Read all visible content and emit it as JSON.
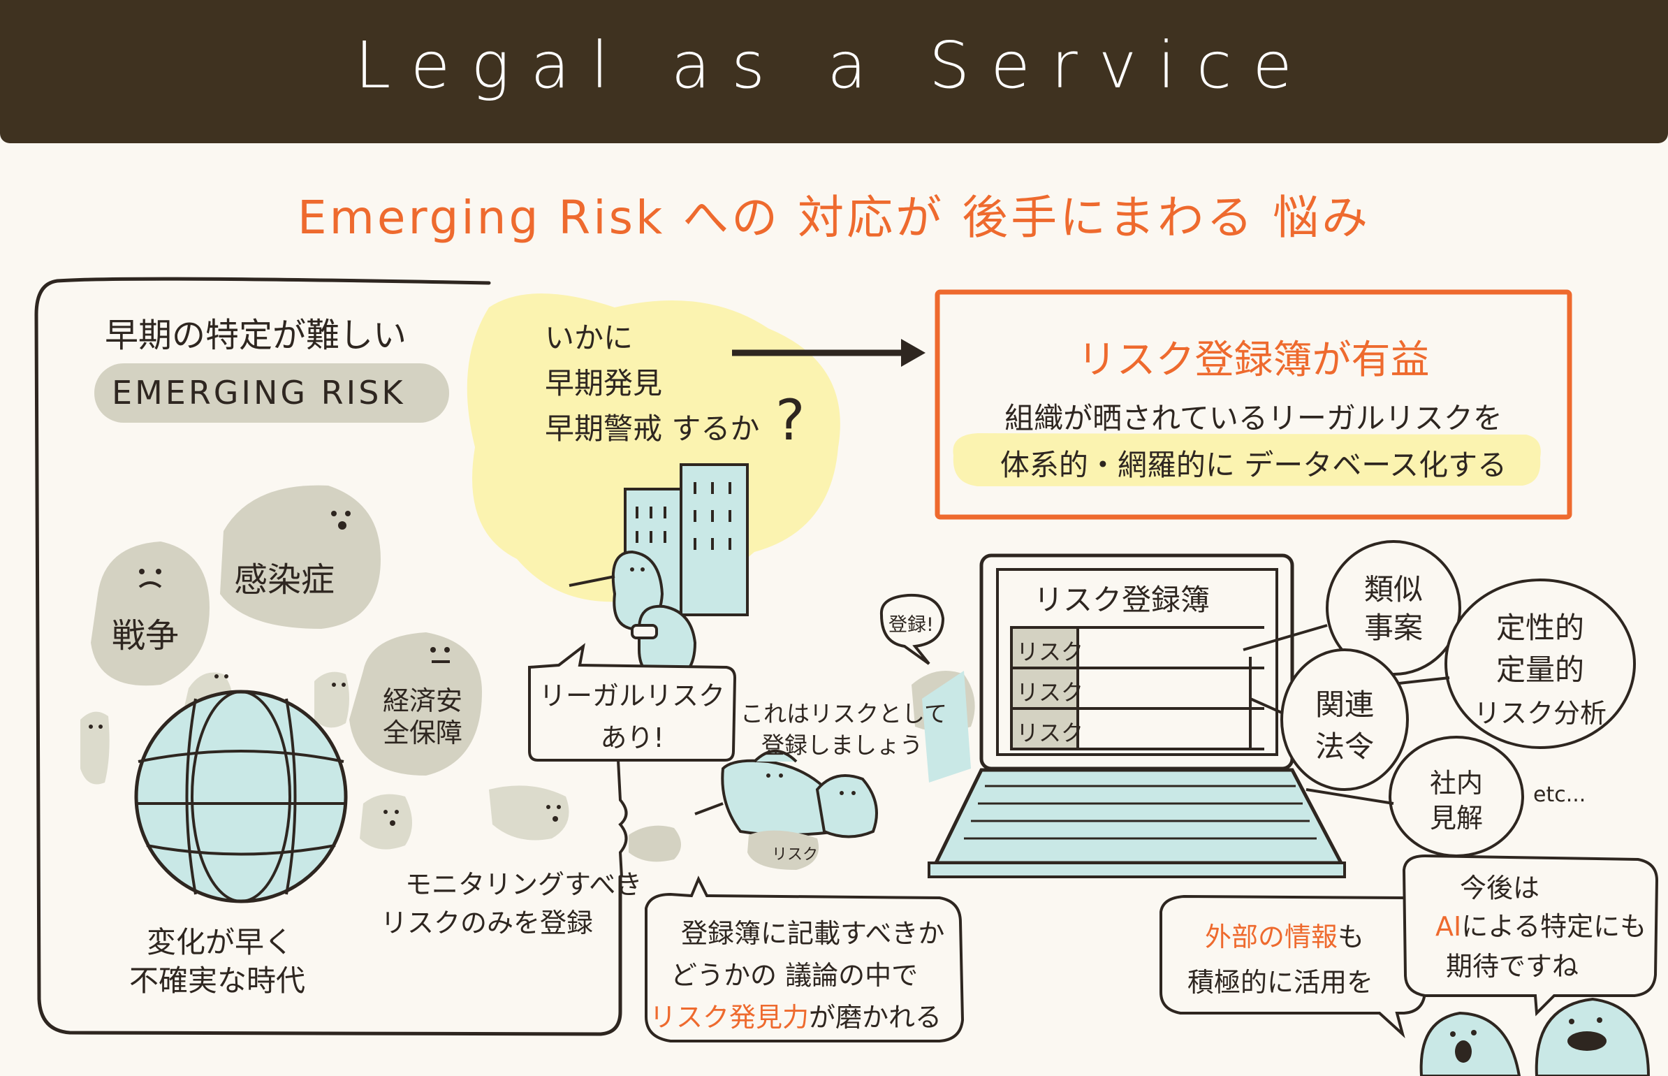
{
  "header": {
    "title": "Legal as a Service"
  },
  "subtitle": "Emerging Risk への 対応が 後手にまわる 悩み",
  "left_panel": {
    "heading": "早期の特定が難しい",
    "tag": "EMERGING RISK",
    "risks": [
      "感染症",
      "戦争",
      "経済安全保障"
    ],
    "caption_line1": "変化が早く",
    "caption_line2": "不確実な時代"
  },
  "question": {
    "line1": "いかに",
    "line2": "早期発見",
    "line3": "早期警戒 するか",
    "mark": "?"
  },
  "result_box": {
    "title": "リスク登録簿が有益",
    "line1": "組織が晒されているリーガルリスクを",
    "line2": "体系的・網羅的に データベース化する"
  },
  "center_notes": {
    "speech_legal_risk_line1": "リーガルリスク",
    "speech_legal_risk_line2": "あり!",
    "register_note_line1": "これはリスクとして",
    "register_note_line2": "登録しましょう",
    "risk_tag": "リスク",
    "monitor_line1": "モニタリングすべき",
    "monitor_line2": "リスクのみを登録",
    "discussion_line1": "登録簿に記載すべきか",
    "discussion_line2": "どうかの 議論の中で",
    "discussion_line3_orange": "リスク発見力",
    "discussion_line3_rest": "が磨かれる"
  },
  "laptop": {
    "screen_title": "リスク登録簿",
    "rows": [
      "リスク",
      "リスク",
      "リスク"
    ],
    "touroku_bubble": "登録!"
  },
  "bubbles": {
    "similar": [
      "類似",
      "事案"
    ],
    "qualitative": [
      "定性的",
      "定量的",
      "リスク分析"
    ],
    "laws": [
      "関連",
      "法令"
    ],
    "opinion": [
      "社内",
      "見解"
    ],
    "etc": "etc..."
  },
  "bottom_right": {
    "ext_orange": "外部の情報",
    "ext_rest": "も",
    "ext_line2": "積極的に活用を",
    "ai_line1": "今後は",
    "ai_orange": "AI",
    "ai_rest": "による特定にも",
    "ai_line3": "期待ですね"
  },
  "colors": {
    "banner": "#3f3220",
    "accent_orange": "#ee6a2e",
    "ink": "#2e2620",
    "pale_yellow": "#fbf3b0",
    "pale_blue": "#c9e8e6",
    "gray_blob": "#d4d2c2"
  }
}
